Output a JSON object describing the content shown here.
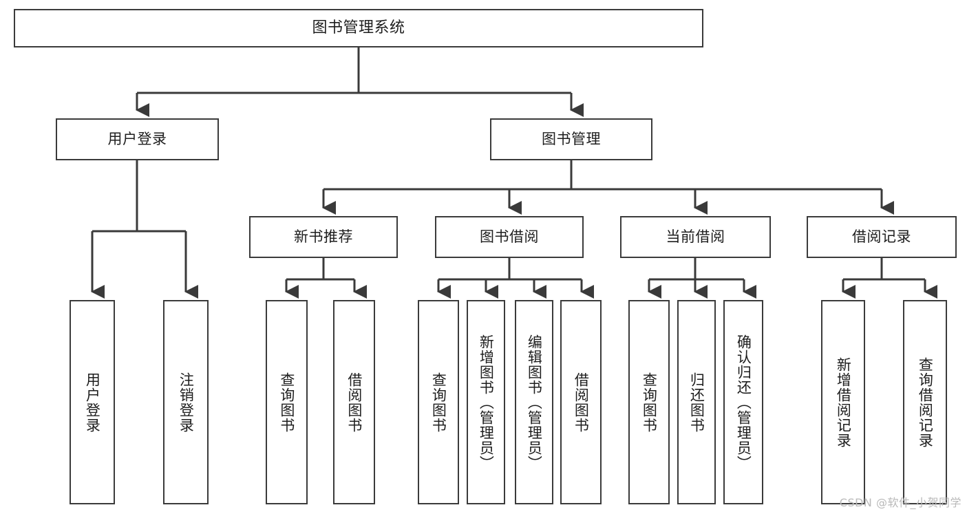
{
  "diagram": {
    "title": "图书管理系统",
    "stroke_color": "#3a3a3a",
    "text_color": "#1d1d1d",
    "background_color": "#ffffff",
    "root": {
      "id": "root",
      "label": "图书管理系统"
    },
    "level2": [
      {
        "id": "user-login",
        "label": "用户登录"
      },
      {
        "id": "book-management",
        "label": "图书管理"
      }
    ],
    "level3": [
      {
        "id": "new-book-recommend",
        "label": "新书推荐"
      },
      {
        "id": "book-borrow",
        "label": "图书借阅"
      },
      {
        "id": "current-borrow",
        "label": "当前借阅"
      },
      {
        "id": "borrow-record",
        "label": "借阅记录"
      }
    ],
    "leaves": [
      {
        "id": "leaf-user-login",
        "label": "用户登录",
        "parent": "user-login"
      },
      {
        "id": "leaf-user-logout",
        "label": "注销登录",
        "parent": "user-login"
      },
      {
        "id": "leaf-query-book-1",
        "label": "查询图书",
        "parent": "new-book-recommend"
      },
      {
        "id": "leaf-borrow-book-1",
        "label": "借阅图书",
        "parent": "new-book-recommend"
      },
      {
        "id": "leaf-query-book-2",
        "label": "查询图书",
        "parent": "book-borrow"
      },
      {
        "id": "leaf-add-book",
        "label": "新增图书（管理员）",
        "parent": "book-borrow"
      },
      {
        "id": "leaf-edit-book",
        "label": "编辑图书（管理员）",
        "parent": "book-borrow"
      },
      {
        "id": "leaf-borrow-book-2",
        "label": "借阅图书",
        "parent": "book-borrow"
      },
      {
        "id": "leaf-query-book-3",
        "label": "查询图书",
        "parent": "current-borrow"
      },
      {
        "id": "leaf-return-book",
        "label": "归还图书",
        "parent": "current-borrow"
      },
      {
        "id": "leaf-confirm-return",
        "label": "确认归还（管理员）",
        "parent": "current-borrow"
      },
      {
        "id": "leaf-add-record",
        "label": "新增借阅记录",
        "parent": "borrow-record"
      },
      {
        "id": "leaf-query-record",
        "label": "查询借阅记录",
        "parent": "borrow-record"
      }
    ]
  },
  "watermark": {
    "text": "CSDN @软件_小贺同学"
  }
}
